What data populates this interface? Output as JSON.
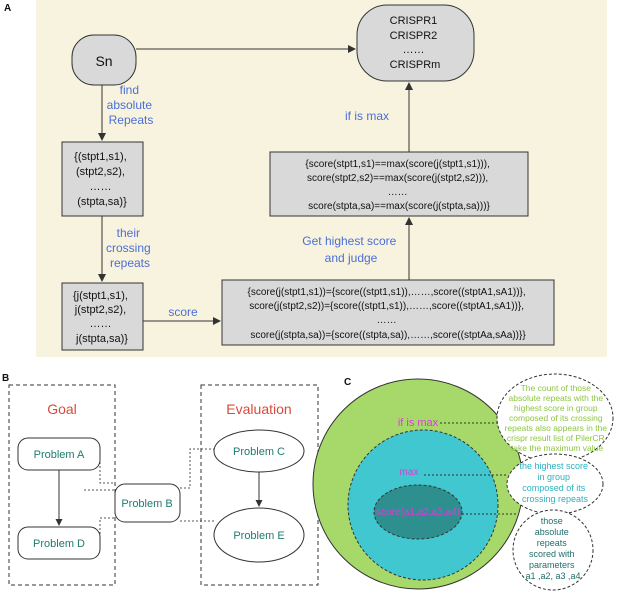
{
  "panel_a": {
    "label": "A",
    "colors": {
      "background": "#f8f3df",
      "node": "#d9d9d9",
      "stroke": "#333333",
      "annotation": "#4a6fd6",
      "text": "#111111"
    },
    "nodes": {
      "sn": {
        "label": "Sn"
      },
      "crispr": {
        "lines": [
          "CRISPR1",
          "CRISPR2",
          "……",
          "CRISPRm"
        ]
      },
      "repeats": {
        "lines": [
          "{(stpt1,s1),",
          "(stpt2,s2),",
          "……",
          "(stpta,sa)}"
        ]
      },
      "crossing": {
        "lines": [
          "{j(stpt1,s1),",
          "j(stpt2,s2),",
          "……",
          "j(stpta,sa)}"
        ]
      },
      "score_sets": {
        "lines": [
          "{score(j(stpt1,s1))={score((stpt1,s1)),……,score((stptA1,sA1))},",
          "score(j(stpt2,s2))={score((stpt1,s1)),……,score((stptA1,sA1))},",
          "……",
          "score(j(stpta,sa))={score((stpta,sa)),……,score((stptAa,sAa))}}"
        ]
      },
      "max_check": {
        "lines": [
          "{score(stpt1,s1)==max(score(j(stpt1,s1))),",
          "score(stpt2,s2)==max(score(j(stpt2,s2))),",
          "……",
          "score(stpta,sa)==max(score(j(stpta,sa)))}"
        ]
      }
    },
    "edge_labels": {
      "find": [
        "find",
        "absolute",
        "Repeats"
      ],
      "crossing": [
        "their",
        "crossing",
        "repeats"
      ],
      "score": "score",
      "highest": [
        "Get highest score",
        "and judge"
      ],
      "ifmax": "if is max"
    }
  },
  "panel_b": {
    "label": "B",
    "colors": {
      "node_text": "#1f7a6e",
      "title": "#d84a3a",
      "stroke": "#333333"
    },
    "goal_title": "Goal",
    "evaluation_title": "Evaluation",
    "nodes": {
      "a": "Problem A",
      "b": "Problem B",
      "c": "Problem C",
      "d": "Problem D",
      "e": "Problem E"
    }
  },
  "panel_c": {
    "label": "C",
    "colors": {
      "outer": "#a6d96a",
      "middle": "#41c7cf",
      "inner": "#2e8f8f",
      "outer_note": "#8cc63f",
      "middle_note": "#2bb3c0",
      "inner_note": "#1f6f6b",
      "region_label": "#d63fd6"
    },
    "regions": {
      "outer": "if is max",
      "middle": "max",
      "inner": "score(a1,a2,a3,a4)"
    },
    "notes": {
      "outer": [
        "The count of those",
        "absolute repeats with the",
        "highest score in group",
        "composed of its crossing",
        "repeats also appears in the",
        "crispr result list of PilerCR",
        "take the maximum value"
      ],
      "middle": [
        "the highest score",
        "in group",
        "composed of its",
        "crossing repeats"
      ],
      "inner": [
        "those",
        "absolute",
        "repeats",
        "scored with",
        "parameters",
        "a1 ,a2, a3 ,a4"
      ]
    }
  }
}
